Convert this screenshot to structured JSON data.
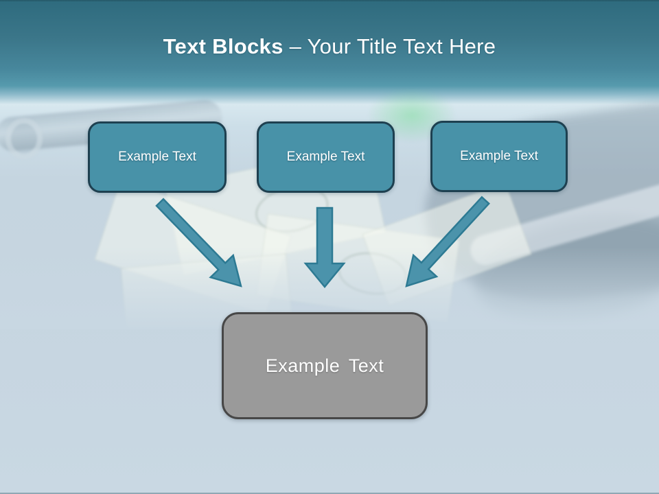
{
  "slide": {
    "title": {
      "bold": "Text Blocks",
      "rest": "– Your Title Text Here"
    },
    "boxes": [
      {
        "id": "text-block-1",
        "label": "Example Text"
      },
      {
        "id": "text-block-2",
        "label": "Example Text"
      },
      {
        "id": "text-block-3",
        "label": "Example Text"
      }
    ],
    "result_box": {
      "label": "Example Text"
    },
    "arrows": [
      {
        "name": "arrow-left",
        "direction": "down-right"
      },
      {
        "name": "arrow-middle",
        "direction": "down"
      },
      {
        "name": "arrow-right",
        "direction": "down-left"
      }
    ],
    "colors": {
      "header_teal": "#2E6B7E",
      "box_fill": "#4892A8",
      "box_border": "#1E4050",
      "arrow_fill": "#4B93AB",
      "arrow_stroke": "#2D7A93",
      "result_fill": "#9A9A9A",
      "result_border": "#474747",
      "background_bottom": "#C8D7E2",
      "title_text": "#FFFFFF"
    }
  }
}
